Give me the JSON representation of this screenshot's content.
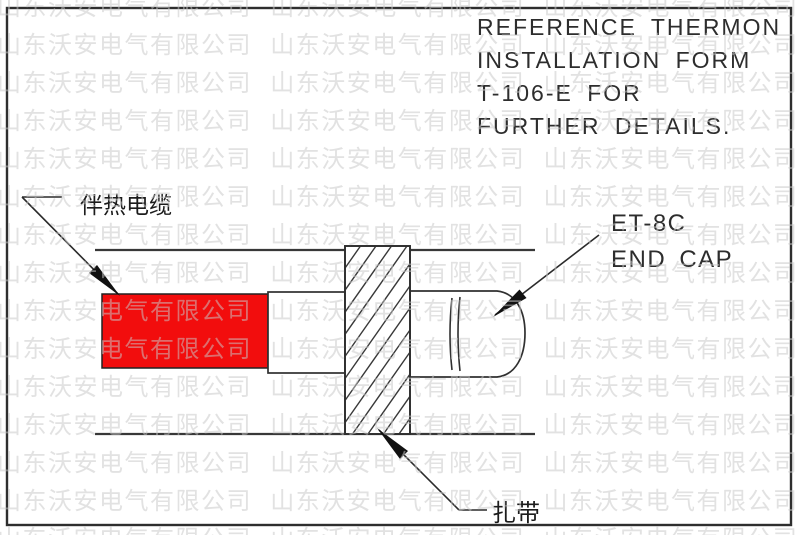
{
  "watermark": {
    "text": "山东沃安电气有限公司",
    "color": "#c8c8c8"
  },
  "note": {
    "lines": [
      "REFERENCE THERMON",
      "INSTALLATION FORM",
      "T-106-E FOR",
      "FURTHER DETAILS."
    ]
  },
  "labels": {
    "heat_tracing_cable": "伴热电缆",
    "end_cap": [
      "ET-8C",
      "END CAP"
    ],
    "cable_tie": "扎带"
  },
  "colors": {
    "cable_red": "#f20d0d",
    "line": "#383838",
    "frame": "#2e2e2e"
  }
}
